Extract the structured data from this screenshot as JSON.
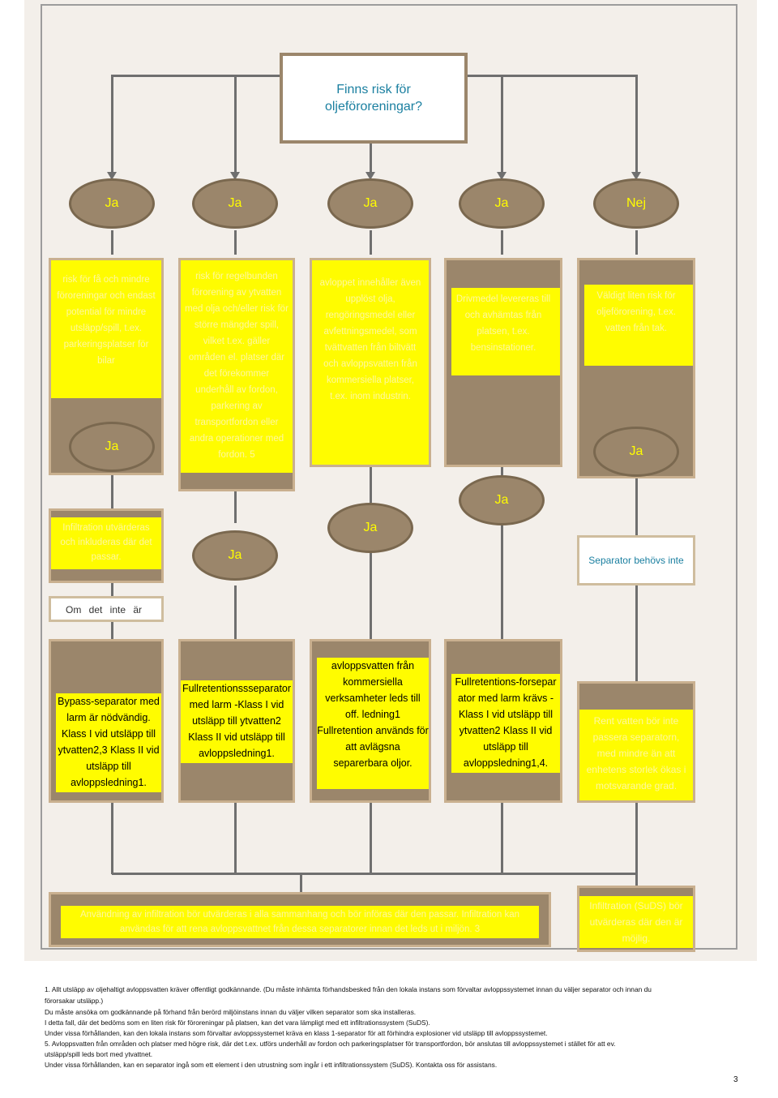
{
  "question": "Finns risk för oljeföroreningar?",
  "answers_top": [
    "Ja",
    "Ja",
    "Ja",
    "Ja",
    "Nej"
  ],
  "col1": {
    "risk": "risk för få och mindre föroreningar och endast potential för mindre utsläpp/spill, t.ex. parkeringsplatser för bilar",
    "ja": "Ja",
    "infiltration": "Infiltration utvärderas och inkluderas där det passar.",
    "om_det": "Om det inte är",
    "result": "Bypass-separator med larm är nödvändig. Klass I vid utsläpp till ytvatten2,3 Klass II vid utsläpp till avloppsledning1."
  },
  "col2": {
    "risk": "risk för regelbunden förorening av ytvatten med olja och/eller risk för större mängder spill, vilket t.ex. gäller områden el. platser där det förekommer underhåll av fordon, parkering av transportfordon eller andra operationer med fordon. 5",
    "ja": "Ja",
    "result": "Fullretentionssseparator med larm -Klass I vid utsläpp till ytvatten2 Klass II vid utsläpp till avloppsledning1."
  },
  "col3": {
    "risk": "avloppet innehåller även upplöst olja, rengöringsmedel eller avfettningsmedel, som tvättvatten från biltvätt och avloppsvatten från kommersiella platser, t.ex. inom industrin.",
    "ja": "Ja",
    "result": "avloppsvatten från kommersiella verksamheter leds till off. ledning1 Fullretention används för att avlägsna separerbara oljor."
  },
  "col4": {
    "risk": "Drivmedel levereras till och avhämtas från platsen, t.ex. bensinstationer.",
    "ja": "Ja",
    "result": "Fullretentions-forsepar ator med larm krävs -Klass I vid utsläpp till ytvatten2 Klass II vid utsläpp till avloppsledning1,4."
  },
  "col5": {
    "risk": "Väldigt liten risk för oljeförorening, t.ex. vatten från tak.",
    "ja": "Ja",
    "separator": "Separator behövs inte",
    "result": "Rent vatten bör inte passera separatorn, med mindre än att enhetens storlek ökas i motsvarande grad."
  },
  "bottom": {
    "left": "Användning av infiltration bör utvärderas i alla sammanhang och bör införas där den passar. Infiltration kan användas för att rena avloppsvattnet från dessa separatorer innan det leds ut i miljön. 3",
    "right": "Infiltration (SuDS) bör utvärderas där den är möjlig."
  },
  "footnotes": [
    "1.     Allt utsläpp av oljehaltigt avloppsvatten kräver offentligt godkännande. (Du måste inhämta förhandsbesked från den lokala instans som förvaltar avloppssystemet innan du väljer separator och innan du",
    "        förorsakar utsläpp.)",
    "Du måste ansöka om godkännande på förhand från berörd miljöinstans innan du väljer vilken separator som ska installeras.",
    "I detta fall, där det bedöms som en liten risk för föroreningar på platsen, kan det vara lämpligt med ett infiltrationssystem (SuDS).",
    "Under vissa förhållanden, kan den lokala instans som förvaltar avloppssystemet kräva en klass 1-separator för att förhindra explosioner vid utsläpp till avloppssystemet.",
    "5.     Avloppsvatten från områden och platser med högre risk, där det t.ex. utförs underhåll av fordon och parkeringsplatser för transportfordon, bör anslutas till avloppssystemet i stället för att ev.",
    "        utsläpp/spill leds bort med ytvattnet.",
    "Under vissa förhållanden, kan en separator ingå som ett element i den utrustning som ingår i ett infiltrationssystem (SuDS). Kontakta oss för assistans."
  ],
  "page_number": "3"
}
